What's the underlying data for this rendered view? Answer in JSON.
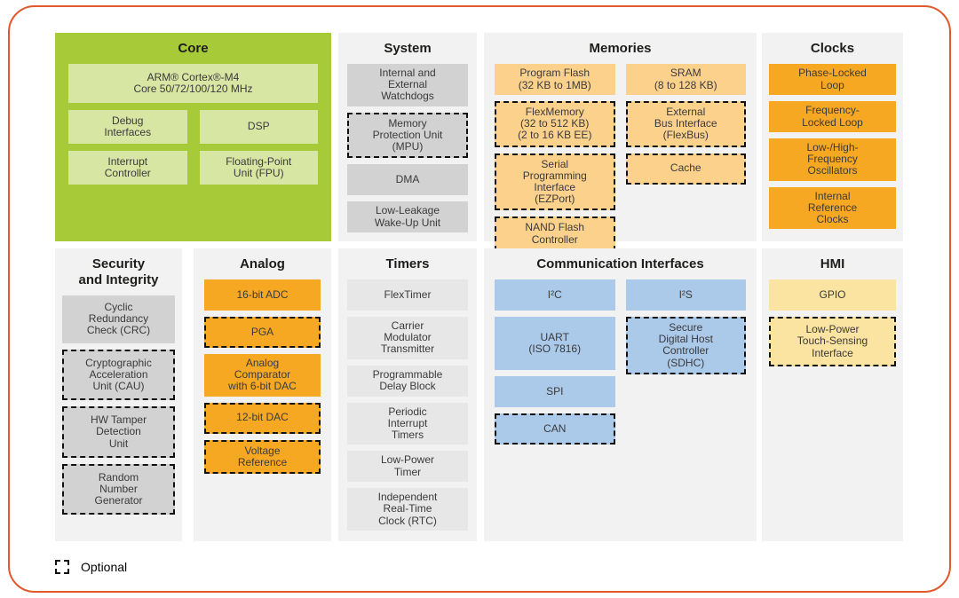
{
  "colors": {
    "border-orange": "#e1582a",
    "panel-gray": "#f2f2f2",
    "core-green": "#a7ca38",
    "core-box-green": "#d8e6a4",
    "gray-box": "#d2d2d2",
    "lgray-box": "#e7e7e7",
    "mem-orange": "#fbd18c",
    "strong-orange": "#f7a823",
    "comm-blue": "#abc9e9",
    "hmi-yellow": "#fbe3a1"
  },
  "legend": {
    "label": "Optional"
  },
  "panels": {
    "core": {
      "title": "Core",
      "boxes": {
        "arm": "ARM® Cortex®-M4\nCore 50/72/100/120 MHz",
        "debug": "Debug\nInterfaces",
        "dsp": "DSP",
        "interrupt": "Interrupt\nController",
        "fpu": "Floating-Point\nUnit (FPU)"
      }
    },
    "system": {
      "title": "System",
      "boxes": {
        "watchdogs": "Internal and\nExternal\nWatchdogs",
        "mpu": "Memory\nProtection Unit\n(MPU)",
        "dma": "DMA",
        "llwu": "Low-Leakage\nWake-Up Unit"
      }
    },
    "memories": {
      "title": "Memories",
      "boxes": {
        "program_flash": "Program Flash\n(32 KB to 1MB)",
        "flexmemory": "FlexMemory\n(32 to 512 KB)\n(2 to 16 KB EE)",
        "ezport": "Serial\nProgramming\nInterface\n(EZPort)",
        "nand": "NAND Flash\nController",
        "sram": "SRAM\n(8 to 128 KB)",
        "flexbus": "External\nBus Interface\n(FlexBus)",
        "cache": "Cache"
      }
    },
    "clocks": {
      "title": "Clocks",
      "boxes": {
        "pll": "Phase-Locked\nLoop",
        "fll": "Frequency-\nLocked Loop",
        "osc": "Low-/High-\nFrequency\nOscillators",
        "irc": "Internal\nReference\nClocks"
      }
    },
    "security": {
      "title": "Security\nand Integrity",
      "boxes": {
        "crc": "Cyclic\nRedundancy\nCheck (CRC)",
        "cau": "Cryptographic\nAcceleration\nUnit (CAU)",
        "tamper": "HW Tamper\nDetection\nUnit",
        "rng": "Random\nNumber\nGenerator"
      }
    },
    "analog": {
      "title": "Analog",
      "boxes": {
        "adc": "16-bit ADC",
        "pga": "PGA",
        "cmp": "Analog\nComparator\nwith 6-bit DAC",
        "dac": "12-bit DAC",
        "vref": "Voltage\nReference"
      }
    },
    "timers": {
      "title": "Timers",
      "boxes": {
        "flextimer": "FlexTimer",
        "cmt": "Carrier\nModulator\nTransmitter",
        "pdb": "Programmable\nDelay Block",
        "pit": "Periodic\nInterrupt\nTimers",
        "lptmr": "Low-Power\nTimer",
        "rtc": "Independent\nReal-Time\nClock (RTC)"
      }
    },
    "comm": {
      "title": "Communication Interfaces",
      "boxes": {
        "i2c": "I²C",
        "uart": "UART\n(ISO 7816)",
        "spi": "SPI",
        "can": "CAN",
        "i2s": "I²S",
        "sdhc": "Secure\nDigital Host\nController\n(SDHC)"
      }
    },
    "hmi": {
      "title": "HMI",
      "boxes": {
        "gpio": "GPIO",
        "tsi": "Low-Power\nTouch-Sensing\nInterface"
      }
    }
  }
}
